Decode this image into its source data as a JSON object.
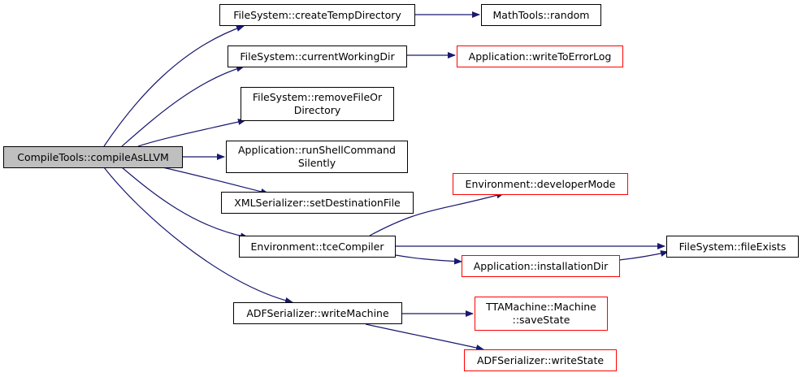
{
  "colors": {
    "root_fill": "#bfbfbf",
    "root_border": "#000000",
    "node_fill": "#ffffff",
    "node_border": "#000000",
    "red_border": "#ff0000",
    "edge": "#191970"
  },
  "nodes": {
    "compile_as_llvm": {
      "lines": [
        "CompileTools::compileAsLLVM"
      ]
    },
    "create_temp_directory": {
      "lines": [
        "FileSystem::createTempDirectory"
      ]
    },
    "math_random": {
      "lines": [
        "MathTools::random"
      ]
    },
    "current_working_dir": {
      "lines": [
        "FileSystem::currentWorkingDir"
      ]
    },
    "write_to_error_log": {
      "lines": [
        "Application::writeToErrorLog"
      ]
    },
    "remove_file_or_directory": {
      "lines": [
        "FileSystem::removeFileOr",
        "Directory"
      ]
    },
    "run_shell_command_silently": {
      "lines": [
        "Application::runShellCommand",
        "Silently"
      ]
    },
    "set_destination_file": {
      "lines": [
        "XMLSerializer::setDestinationFile"
      ]
    },
    "developer_mode": {
      "lines": [
        "Environment::developerMode"
      ]
    },
    "tce_compiler": {
      "lines": [
        "Environment::tceCompiler"
      ]
    },
    "file_exists": {
      "lines": [
        "FileSystem::fileExists"
      ]
    },
    "installation_dir": {
      "lines": [
        "Application::installationDir"
      ]
    },
    "write_machine": {
      "lines": [
        "ADFSerializer::writeMachine"
      ]
    },
    "machine_save_state": {
      "lines": [
        "TTAMachine::Machine",
        "::saveState"
      ]
    },
    "write_state": {
      "lines": [
        "ADFSerializer::writeState"
      ]
    }
  }
}
